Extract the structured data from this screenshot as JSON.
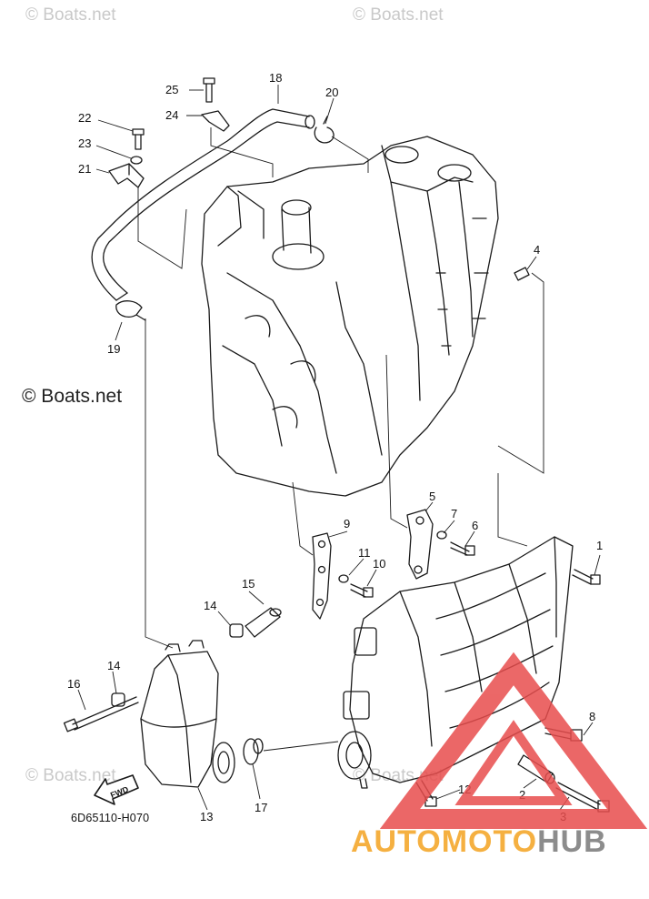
{
  "watermarks": {
    "top_left": "© Boats.net",
    "top_center": "© Boats.net",
    "middle_left": "© Boats.net",
    "bottom_left": "© Boats.net",
    "bottom_center": "© Boats.net"
  },
  "diagram": {
    "code": "6D65110-H070",
    "fwd_label": "FWD",
    "callouts": [
      "1",
      "2",
      "3",
      "4",
      "5",
      "6",
      "7",
      "8",
      "9",
      "10",
      "11",
      "12",
      "13",
      "14",
      "14",
      "15",
      "16",
      "17",
      "18",
      "19",
      "20",
      "21",
      "22",
      "23",
      "24",
      "25"
    ]
  },
  "logo": {
    "text_part1": "AUTOMOTO",
    "text_part2": "HUB",
    "colors": {
      "triangle": "#e84d4d",
      "part1": "#f5b041",
      "part2": "#8c8c8c"
    }
  }
}
